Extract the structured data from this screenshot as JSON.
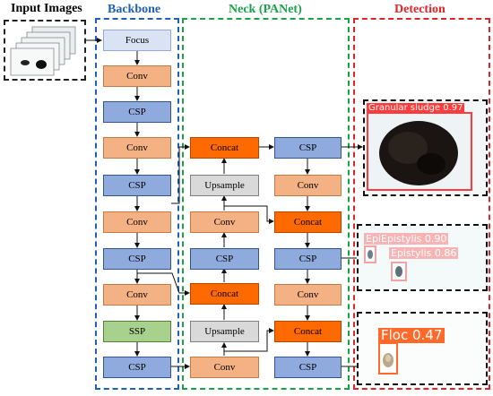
{
  "sections": {
    "input": "Input Images",
    "backbone": "Backbone",
    "neck": "Neck (PANet)",
    "detection": "Detection"
  },
  "colors": {
    "backbone": "#1f5fb4",
    "neck": "#1aa24a",
    "detection": "#e0242a",
    "conv": "#f4b183",
    "csp": "#8faadc",
    "concat": "#ff6a00",
    "upsample": "#d9d9d9",
    "ssp": "#a9d18e",
    "focus": "#dae3f3"
  },
  "backbone": {
    "focus": "Focus",
    "conv1": "Conv",
    "csp1": "CSP",
    "conv2": "Conv",
    "csp2": "CSP",
    "conv3": "Conv",
    "csp3": "CSP",
    "conv4": "Conv",
    "ssp": "SSP",
    "csp4": "CSP"
  },
  "neck": {
    "concat_top": "Concat",
    "upsample_top": "Upsample",
    "conv_mid": "Conv",
    "csp_mid": "CSP",
    "concat_mid": "Concat",
    "upsample_bot": "Upsample",
    "conv_bot": "Conv",
    "csp_r1": "CSP",
    "conv_r1": "Conv",
    "concat_r1": "Concat",
    "csp_r2": "CSP",
    "conv_r2": "Conv",
    "concat_r2": "Concat",
    "csp_r3": "CSP"
  },
  "detection": {
    "d1_label": "Granular sludge 0.97",
    "d2_label_a": "EpiEpistylis 0.90",
    "d2_label_b": "Epistylis 0.86",
    "d3_label": "Floc 0.47"
  }
}
